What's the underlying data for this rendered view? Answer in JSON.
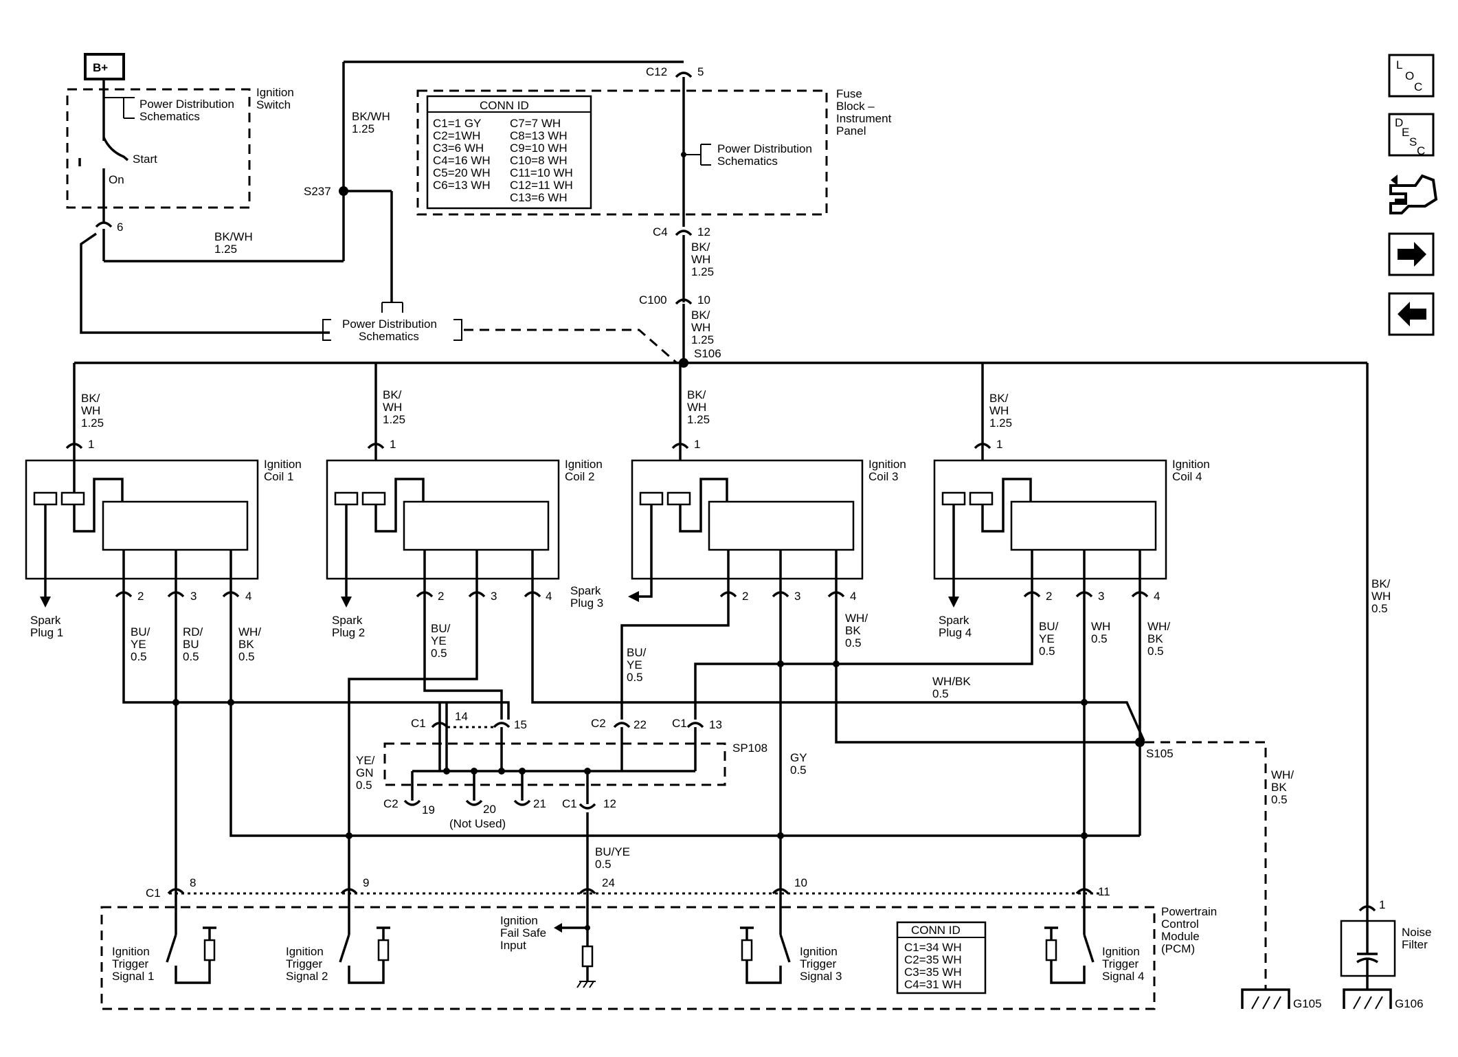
{
  "top": {
    "battery": "B+",
    "ignition_switch": [
      "Ignition",
      "Switch"
    ],
    "pd_schem_1": [
      "Power Distribution",
      "Schematics"
    ],
    "start": "Start",
    "on": "On",
    "sw_pin": "6",
    "wire_bkwh_a": [
      "BK/WH",
      "1.25"
    ],
    "wire_bkwh_b": [
      "BK/WH",
      "1.25"
    ],
    "s237": "S237",
    "pd_schem_2": [
      "Power Distribution",
      "Schematics"
    ],
    "c12": "C12",
    "c12_pin": "5",
    "fuse_block": [
      "Fuse",
      "Block –",
      "Instrument",
      "Panel"
    ],
    "pd_schem_3": [
      "Power Distribution",
      "Schematics"
    ],
    "c4": "C4",
    "c4_pin": "12",
    "wire_c4": [
      "BK/",
      "WH",
      "1.25"
    ],
    "c100": "C100",
    "c100_pin": "10",
    "wire_c100": [
      "BK/",
      "WH",
      "1.25"
    ],
    "s106": "S106"
  },
  "conn_id_fuse": {
    "title": "CONN ID",
    "col1": [
      "C1=1 GY",
      "C2=1WH",
      "C3=6 WH",
      "C4=16 WH",
      "C5=20 WH",
      "C6=13 WH"
    ],
    "col2": [
      "C7=7 WH",
      "C8=13 WH",
      "C9=10 WH",
      "C10=8 WH",
      "C11=10 WH",
      "C12=11 WH",
      "C13=6 WH"
    ]
  },
  "coils": [
    {
      "name": [
        "Ignition",
        "Coil 1"
      ],
      "feed": [
        "BK/",
        "WH",
        "1.25"
      ],
      "pin1": "1",
      "spark": [
        "Spark",
        "Plug 1"
      ],
      "pins": [
        "2",
        "3",
        "4"
      ]
    },
    {
      "name": [
        "Ignition",
        "Coil 2"
      ],
      "feed": [
        "BK/",
        "WH",
        "1.25"
      ],
      "pin1": "1",
      "spark": [
        "Spark",
        "Plug 2"
      ],
      "pins": [
        "2",
        "3",
        "4"
      ]
    },
    {
      "name": [
        "Ignition",
        "Coil 3"
      ],
      "feed": [
        "BK/",
        "WH",
        "1.25"
      ],
      "pin1": "1",
      "spark": [
        "Spark",
        "Plug 3"
      ],
      "pins": [
        "2",
        "3",
        "4"
      ]
    },
    {
      "name": [
        "Ignition",
        "Coil 4"
      ],
      "feed": [
        "BK/",
        "WH",
        "1.25"
      ],
      "pin1": "1",
      "spark": [
        "Spark",
        "Plug 4"
      ],
      "pins": [
        "2",
        "3",
        "4"
      ]
    }
  ],
  "wires": {
    "c1_p2": [
      "BU/",
      "YE",
      "0.5"
    ],
    "c1_p3": [
      "RD/",
      "BU",
      "0.5"
    ],
    "c1_p4": [
      "WH/",
      "BK",
      "0.5"
    ],
    "c2_p2": [
      "BU/",
      "YE",
      "0.5"
    ],
    "c3_p2": [
      "BU/",
      "YE",
      "0.5"
    ],
    "c3_p4": [
      "WH/",
      "BK",
      "0.5"
    ],
    "c4_p2": [
      "BU/",
      "YE",
      "0.5"
    ],
    "c4_p3": [
      "WH",
      "0.5"
    ],
    "c4_p4": [
      "WH/",
      "BK",
      "0.5"
    ],
    "whbk_mid": [
      "WH/BK",
      "0.5"
    ],
    "gy": [
      "GY",
      "0.5"
    ],
    "yegn": [
      "YE/",
      "GN",
      "0.5"
    ],
    "buye_pcm": [
      "BU/YE",
      "0.5"
    ],
    "whbk_g105": [
      "WH/",
      "BK",
      "0.5"
    ],
    "bkwh_noise": [
      "BK/",
      "WH",
      "0.5"
    ]
  },
  "splice_pack": {
    "name": "SP108",
    "c1_a": "C1",
    "p14": "14",
    "p15": "15",
    "c2_a": "C2",
    "p22": "22",
    "c1_b": "C1",
    "p13": "13",
    "c2_b": "C2",
    "p19": "19",
    "p20": "20",
    "p21": "21",
    "c1_c": "C1",
    "p12": "12",
    "not_used": "(Not Used)",
    "s105": "S105"
  },
  "pcm": {
    "c1": "C1",
    "pins": [
      "8",
      "9",
      "24",
      "10",
      "11"
    ],
    "name": [
      "Powertrain",
      "Control",
      "Module",
      "(PCM)"
    ],
    "trigger1": [
      "Ignition",
      "Trigger",
      "Signal 1"
    ],
    "trigger2": [
      "Ignition",
      "Trigger",
      "Signal 2"
    ],
    "trigger3": [
      "Ignition",
      "Trigger",
      "Signal 3"
    ],
    "trigger4": [
      "Ignition",
      "Trigger",
      "Signal 4"
    ],
    "failsafe": [
      "Ignition",
      "Fail Safe",
      "Input"
    ]
  },
  "conn_id_pcm": {
    "title": "CONN ID",
    "rows": [
      "C1=34 WH",
      "C2=35 WH",
      "C3=35 WH",
      "C4=31 WH"
    ]
  },
  "grounds": {
    "g105": "G105",
    "g106": "G106",
    "noise_filter": [
      "Noise",
      "Filter"
    ],
    "nf_pin": "1"
  },
  "nav": {
    "loc": [
      "L",
      "O",
      "C"
    ],
    "desc": [
      "D",
      "E",
      "S",
      "C"
    ]
  }
}
